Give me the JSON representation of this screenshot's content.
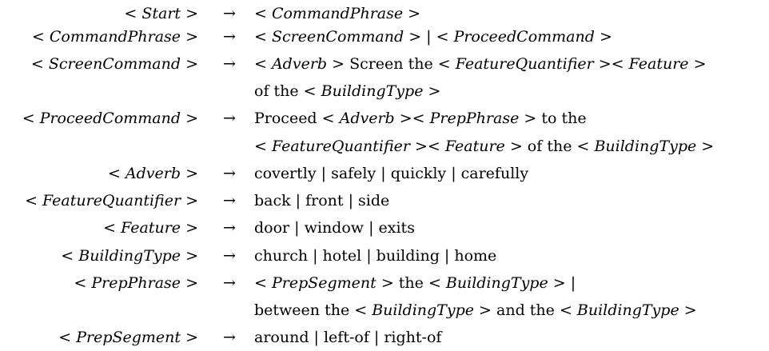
{
  "rows": [
    {
      "lhs": "< Start >",
      "arrow": "→",
      "rhs": [
        {
          "t": "< CommandPhrase >",
          "k": "nt"
        }
      ]
    },
    {
      "lhs": "< CommandPhrase >",
      "arrow": "→",
      "rhs": [
        {
          "t": "< ScreenCommand >",
          "k": "nt"
        },
        {
          "t": " | ",
          "k": "tm"
        },
        {
          "t": "< ProceedCommand >",
          "k": "nt"
        }
      ]
    },
    {
      "lhs": "< ScreenCommand >",
      "arrow": "→",
      "rhs": [
        {
          "t": "< Adverb >",
          "k": "nt"
        },
        {
          "t": " Screen the ",
          "k": "tm"
        },
        {
          "t": "< FeatureQuantifier >< Feature >",
          "k": "nt"
        }
      ]
    },
    {
      "lhs": "",
      "arrow": "",
      "rhs": [
        {
          "t": "of the ",
          "k": "tm"
        },
        {
          "t": "< BuildingType >",
          "k": "nt"
        }
      ]
    },
    {
      "lhs": "< ProceedCommand >",
      "arrow": "→",
      "rhs": [
        {
          "t": "Proceed ",
          "k": "tm"
        },
        {
          "t": "< Adverb >< PrepPhrase >",
          "k": "nt"
        },
        {
          "t": " to the",
          "k": "tm"
        }
      ]
    },
    {
      "lhs": "",
      "arrow": "",
      "rhs": [
        {
          "t": "< FeatureQuantifier >< Feature >",
          "k": "nt"
        },
        {
          "t": " of the ",
          "k": "tm"
        },
        {
          "t": "< BuildingType >",
          "k": "nt"
        }
      ]
    },
    {
      "lhs": "< Adverb >",
      "arrow": "→",
      "rhs": [
        {
          "t": "covertly | safely | quickly | carefully",
          "k": "tm"
        }
      ]
    },
    {
      "lhs": "< FeatureQuantifier >",
      "arrow": "→",
      "rhs": [
        {
          "t": "back | front | side",
          "k": "tm"
        }
      ]
    },
    {
      "lhs": "< Feature >",
      "arrow": "→",
      "rhs": [
        {
          "t": "door | window | exits",
          "k": "tm"
        }
      ]
    },
    {
      "lhs": "< BuildingType >",
      "arrow": "→",
      "rhs": [
        {
          "t": "church | hotel | building | home",
          "k": "tm"
        }
      ]
    },
    {
      "lhs": "< PrepPhrase >",
      "arrow": "→",
      "rhs": [
        {
          "t": "< PrepSegment >",
          "k": "nt"
        },
        {
          "t": " the ",
          "k": "tm"
        },
        {
          "t": "< BuildingType >",
          "k": "nt"
        },
        {
          "t": " |",
          "k": "tm"
        }
      ]
    },
    {
      "lhs": "",
      "arrow": "",
      "rhs": [
        {
          "t": "between the ",
          "k": "tm"
        },
        {
          "t": "< BuildingType >",
          "k": "nt"
        },
        {
          "t": " and the ",
          "k": "tm"
        },
        {
          "t": "< BuildingType >",
          "k": "nt"
        }
      ]
    },
    {
      "lhs": "< PrepSegment >",
      "arrow": "→",
      "rhs": [
        {
          "t": "around | left-of | right-of",
          "k": "tm"
        }
      ]
    }
  ]
}
